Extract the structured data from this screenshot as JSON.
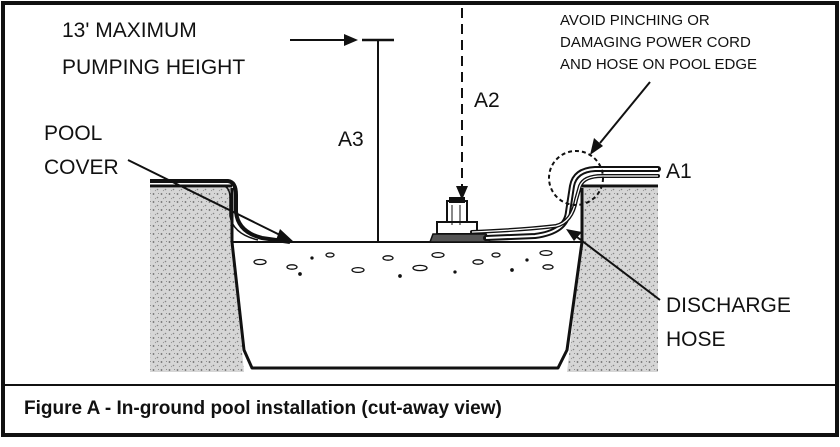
{
  "labels": {
    "max_height_line1": "13' MAXIMUM",
    "max_height_line2": "PUMPING HEIGHT",
    "a1": "A1",
    "a2": "A2",
    "a3": "A3",
    "pool_cover_line1": "POOL",
    "pool_cover_line2": "COVER",
    "warning_line1": "AVOID PINCHING OR",
    "warning_line2": "DAMAGING POWER CORD",
    "warning_line3": "AND HOSE ON POOL EDGE",
    "discharge_line1": "DISCHARGE",
    "discharge_line2": "HOSE"
  },
  "caption": "Figure A - In-ground pool installation (cut-away view)",
  "colors": {
    "ink": "#111111",
    "ground": "#cfcfcf",
    "background": "#ffffff"
  }
}
